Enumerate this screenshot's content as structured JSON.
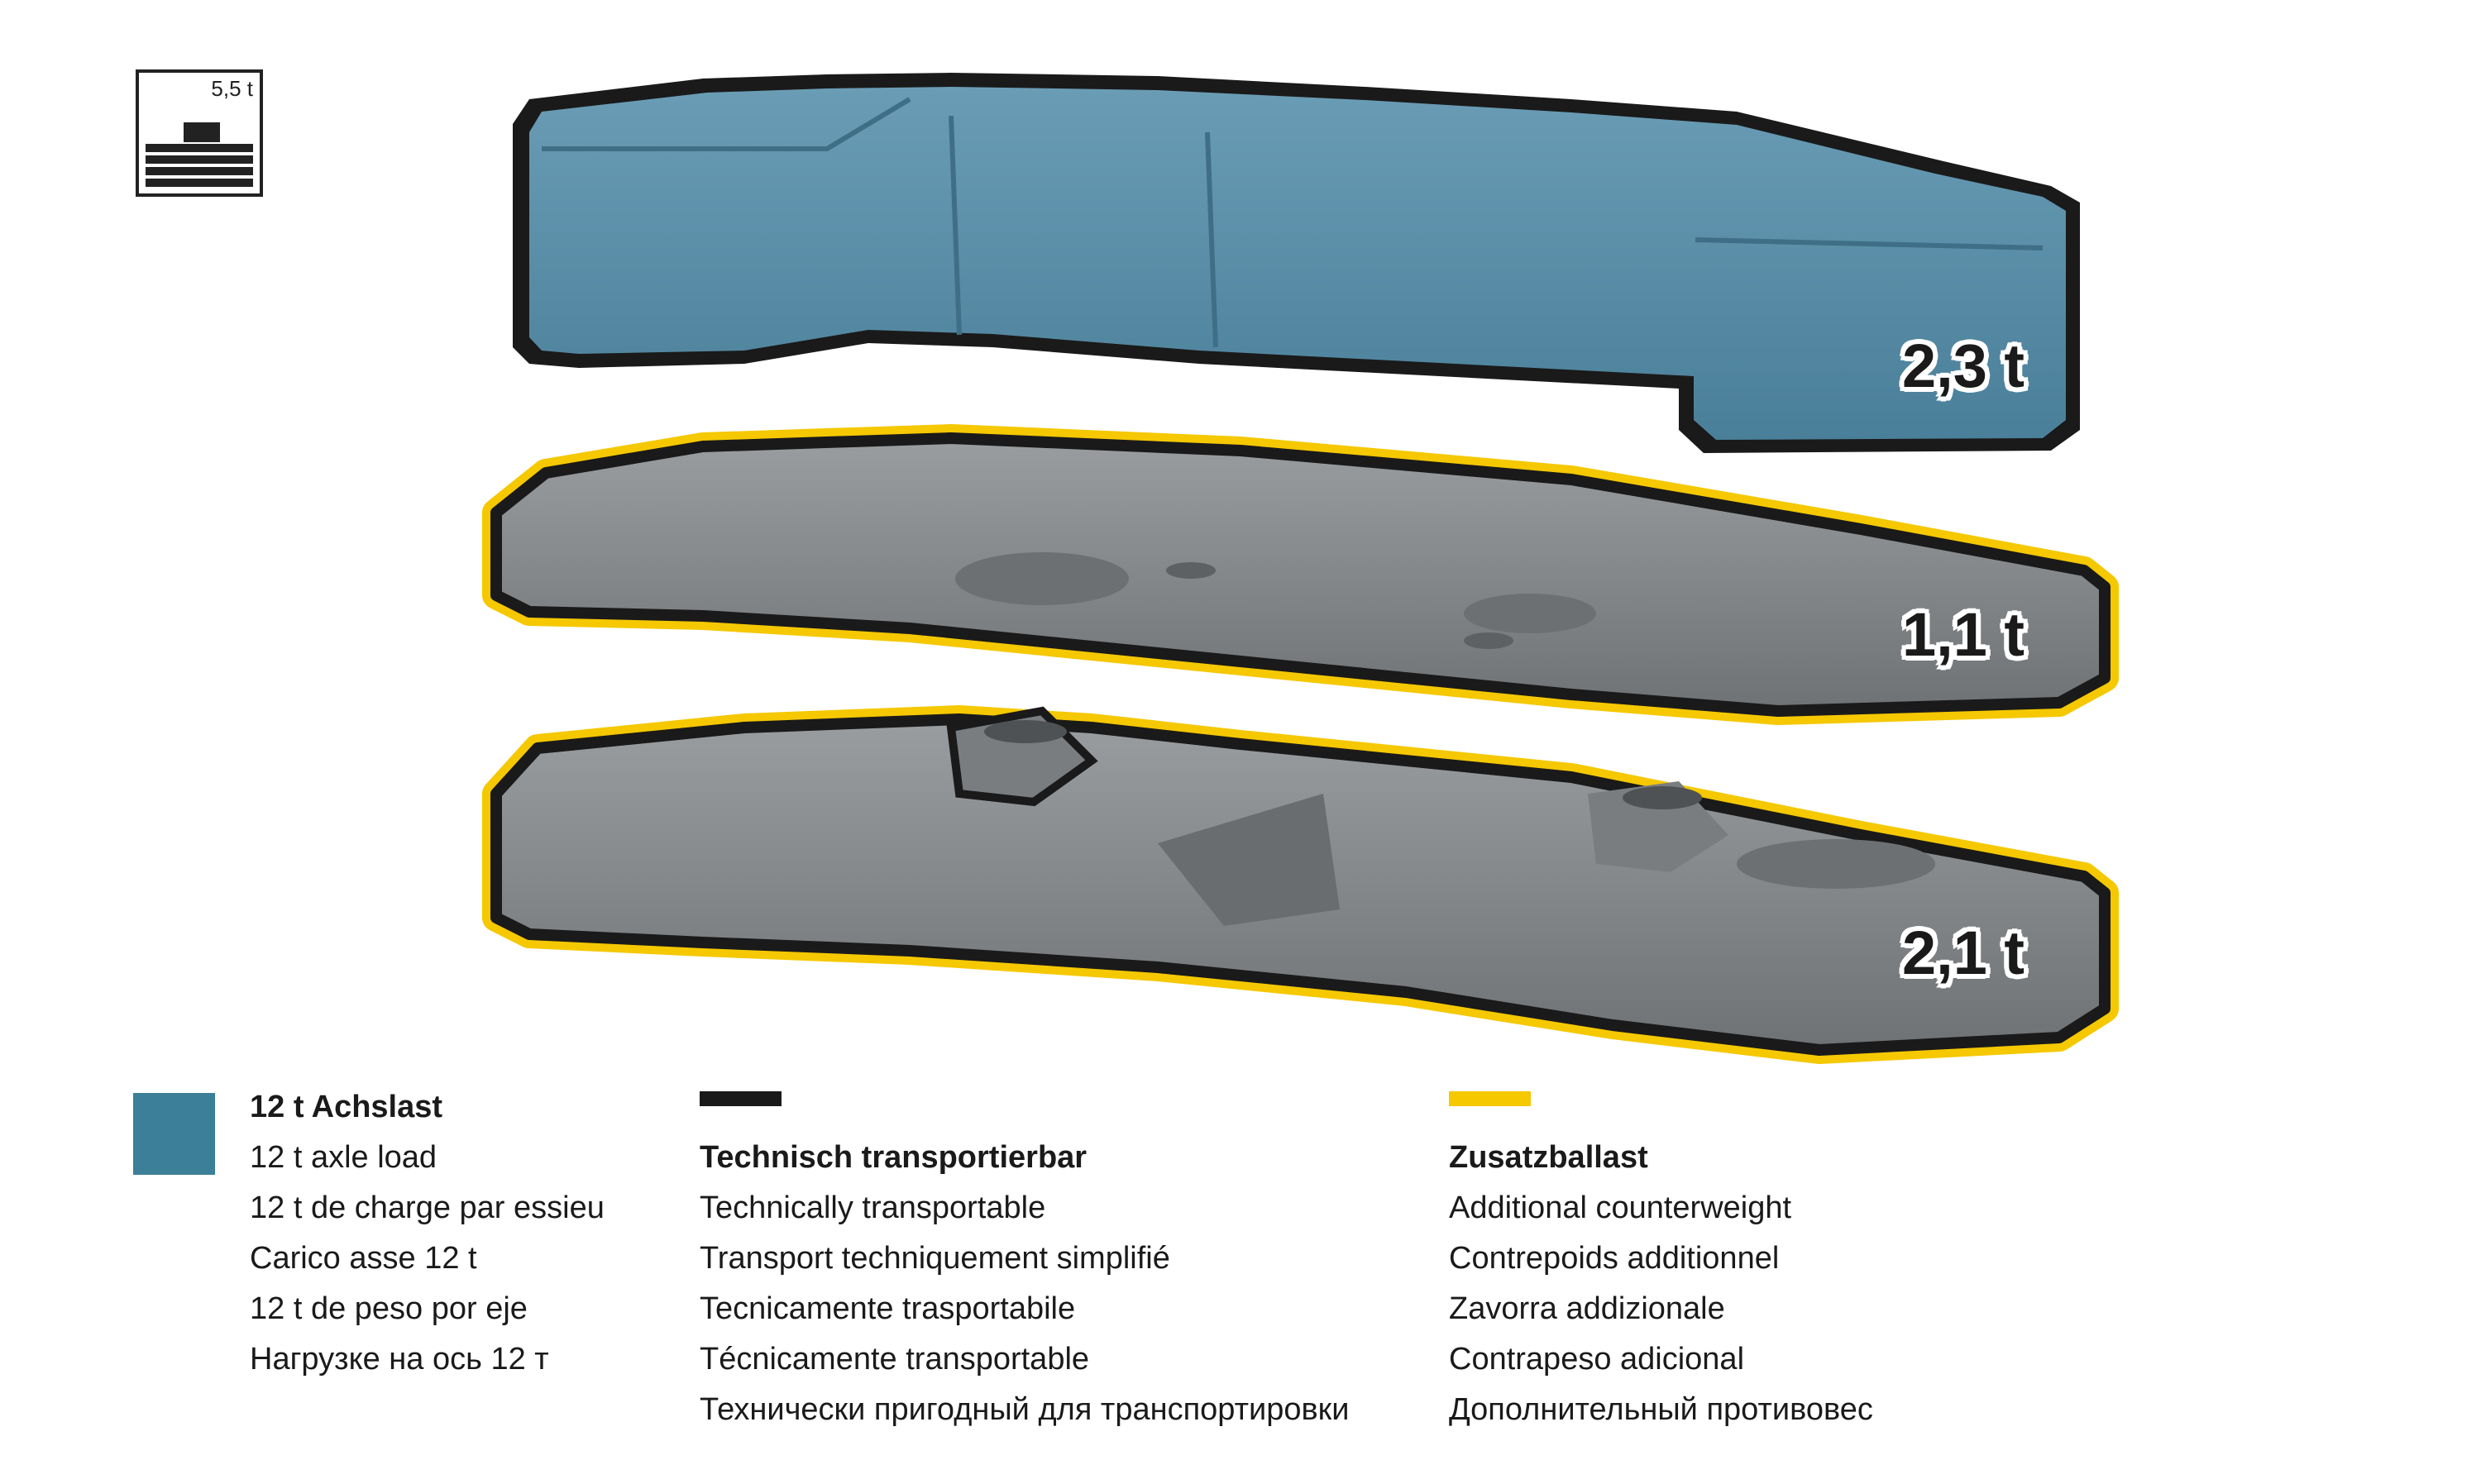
{
  "axle_icon": {
    "label": "5,5 t"
  },
  "weights": [
    {
      "label": "2,3 t",
      "color": "#5b8fa8"
    },
    {
      "label": "1,1 t",
      "color": "#8a8d90"
    },
    {
      "label": "2,1 t",
      "color": "#8a8d90"
    }
  ],
  "colors": {
    "outline": "#1a1a1a",
    "highlight": "#f5c800",
    "axle_blue": "#3b7f98"
  },
  "legend": [
    {
      "key": "axle",
      "title": "12 t Achslast",
      "lines": [
        "12 t axle load",
        "12 t de charge par essieu",
        "Carico asse 12 t",
        "12 t de peso por eje",
        "Нагрузке на ось 12 т"
      ]
    },
    {
      "key": "transport",
      "title": "Technisch transportierbar",
      "lines": [
        "Technically transportable",
        "Transport techniquement simplifié",
        "Tecnicamente trasportabile",
        "Técnicamente transportable",
        "Технически пригодный для транспортировки"
      ]
    },
    {
      "key": "counterweight",
      "title": "Zusatzballast",
      "lines": [
        "Additional counterweight",
        "Contrepoids additionnel",
        "Zavorra addizionale",
        "Contrapeso adicional",
        "Дополнительный противовес"
      ]
    }
  ]
}
